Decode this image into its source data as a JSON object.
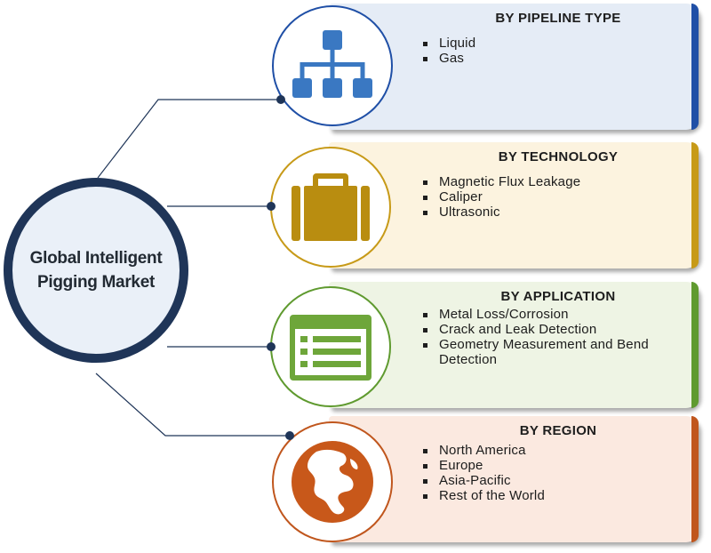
{
  "hub": {
    "title": "Global Intelligent\nPigging Market"
  },
  "segments": [
    {
      "title": "BY PIPELINE TYPE",
      "items": [
        "Liquid",
        "Gas"
      ],
      "icon": "hierarchy-icon",
      "colors": {
        "fill": "#e5ecf6",
        "edge": "#1f4fa6",
        "ring": "#1f4fa6",
        "icon": "#3a78c2"
      }
    },
    {
      "title": "BY TECHNOLOGY",
      "items": [
        "Magnetic Flux Leakage",
        "Caliper",
        "Ultrasonic"
      ],
      "icon": "briefcase-icon",
      "colors": {
        "fill": "#fcf3df",
        "edge": "#c79a18",
        "ring": "#c79a18",
        "icon": "#b98d10"
      }
    },
    {
      "title": "BY APPLICATION",
      "items": [
        "Metal Loss/Corrosion",
        "Crack and Leak Detection",
        "Geometry Measurement and Bend Detection"
      ],
      "icon": "list-window-icon",
      "colors": {
        "fill": "#eef4e4",
        "edge": "#5f9a2f",
        "ring": "#5f9a2f",
        "icon": "#6ea63a"
      }
    },
    {
      "title": "BY REGION",
      "items": [
        "North America",
        "Europe",
        "Asia-Pacific",
        "Rest of the World"
      ],
      "icon": "globe-icon",
      "colors": {
        "fill": "#fbe9e0",
        "edge": "#c0561d",
        "ring": "#c0561d",
        "icon": "#c8581a"
      }
    }
  ]
}
